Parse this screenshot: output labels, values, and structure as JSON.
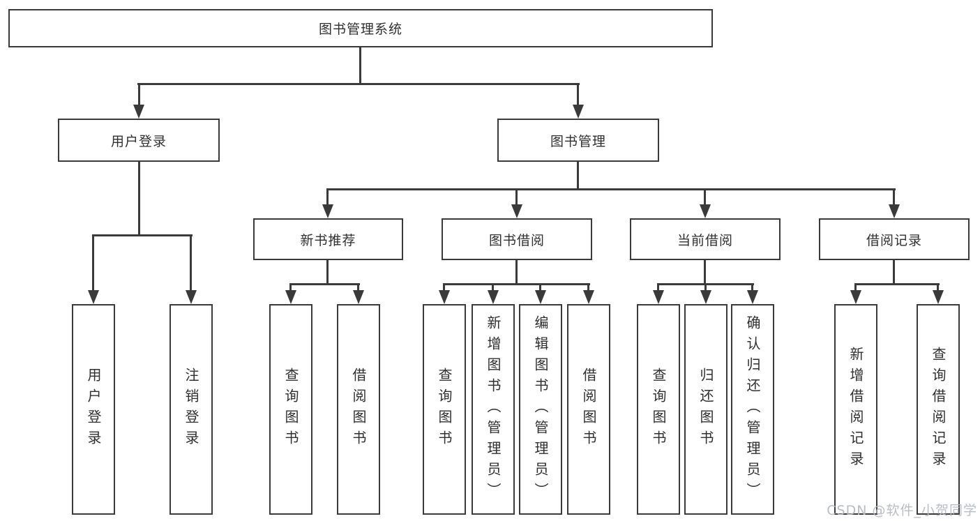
{
  "diagram": {
    "root": {
      "label": "图书管理系统"
    },
    "branches": [
      {
        "label": "用户登录",
        "children": [
          {
            "label": "用户登录"
          },
          {
            "label": "注销登录"
          }
        ]
      },
      {
        "label": "图书管理",
        "sections": [
          {
            "label": "新书推荐",
            "children": [
              {
                "label": "查询图书"
              },
              {
                "label": "借阅图书"
              }
            ]
          },
          {
            "label": "图书借阅",
            "children": [
              {
                "label": "查询图书"
              },
              {
                "label": "新增图书（管理员）"
              },
              {
                "label": "编辑图书（管理员）"
              },
              {
                "label": "借阅图书"
              }
            ]
          },
          {
            "label": "当前借阅",
            "children": [
              {
                "label": "查询图书"
              },
              {
                "label": "归还图书"
              },
              {
                "label": "确认归还（管理员）"
              }
            ]
          },
          {
            "label": "借阅记录",
            "children": [
              {
                "label": "新增借阅记录"
              },
              {
                "label": "查询借阅记录"
              }
            ]
          }
        ]
      }
    ]
  },
  "watermark": {
    "text": "CSDN @软件_小贺同学"
  },
  "colors": {
    "line": "#3a3a3a",
    "text": "#2f2f2f",
    "background": "#ffffff",
    "watermark": "#b4bac2"
  }
}
